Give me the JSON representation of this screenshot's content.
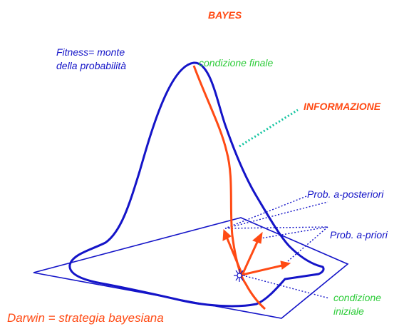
{
  "title": "BAYES",
  "labels": {
    "fitness_line1": "Fitness= monte",
    "fitness_line2": "della probabilità",
    "final_condition": "condizione finale",
    "information": "INFORMAZIONE",
    "posterior": "Prob. a-posteriori",
    "prior": "Prob. a-priori",
    "initial_line1": "condizione",
    "initial_line2": "iniziale",
    "darwin": "Darwin = strategia bayesiana"
  },
  "colors": {
    "curve": "#1414c8",
    "path": "#ff4a14",
    "label_blue": "#1414c8",
    "label_green": "#2ecc3a",
    "label_orange": "#ff4a14",
    "teal": "#12c4a0"
  }
}
